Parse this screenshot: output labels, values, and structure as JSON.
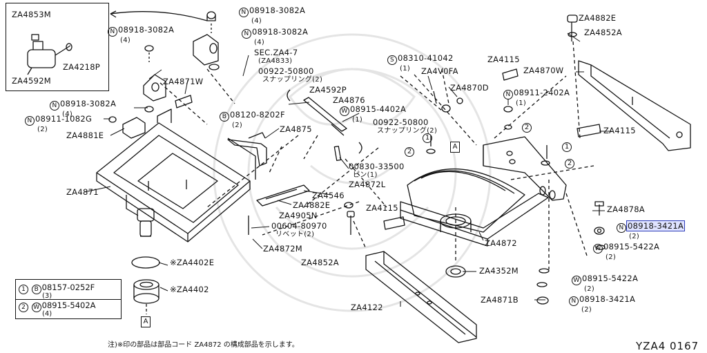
{
  "diagram": {
    "inset_labels": [
      "ZA4853M",
      "ZA4218P",
      "ZA4592M"
    ],
    "callouts": [
      {
        "id": "c1",
        "parts": [
          {
            "m": "N",
            "t": "08918-3082A"
          }
        ],
        "qty": "(4)"
      },
      {
        "id": "c2",
        "parts": [
          {
            "m": "N",
            "t": "08918-3082A"
          }
        ],
        "qty": "(4)"
      },
      {
        "id": "c3",
        "parts": [
          {
            "m": "N",
            "t": "08918-3082A"
          }
        ],
        "qty": "(4)"
      },
      {
        "id": "c4",
        "parts": [
          {
            "m": "",
            "t": "ZA4871W"
          }
        ],
        "qty": ""
      },
      {
        "id": "c5",
        "parts": [
          {
            "m": "N",
            "t": "08918-3082A"
          }
        ],
        "qty": "(4)"
      },
      {
        "id": "c6",
        "parts": [
          {
            "m": "N",
            "t": "08911-1082G"
          }
        ],
        "qty": "(2)"
      },
      {
        "id": "c7",
        "parts": [
          {
            "m": "",
            "t": "ZA4881E"
          }
        ],
        "qty": ""
      },
      {
        "id": "c8",
        "parts": [
          {
            "m": "",
            "t": "SEC.ZA4-7"
          }
        ],
        "qty": "(ZA4833)"
      },
      {
        "id": "c9",
        "parts": [
          {
            "m": "",
            "t": "00922-50800"
          }
        ],
        "qty": "スナップリング(2)"
      },
      {
        "id": "c10",
        "parts": [
          {
            "m": "",
            "t": "ZA4592P"
          }
        ],
        "qty": ""
      },
      {
        "id": "c11",
        "parts": [
          {
            "m": "",
            "t": "ZA4876"
          }
        ],
        "qty": ""
      },
      {
        "id": "c12",
        "parts": [
          {
            "m": "B",
            "t": "08120-8202F"
          }
        ],
        "qty": "(2)"
      },
      {
        "id": "c13",
        "parts": [
          {
            "m": "W",
            "t": "08915-4402A"
          }
        ],
        "qty": "(1)"
      },
      {
        "id": "c14",
        "parts": [
          {
            "m": "",
            "t": "00922-50800"
          }
        ],
        "qty": "スナップリング(2)"
      },
      {
        "id": "c15",
        "parts": [
          {
            "m": "",
            "t": "ZA4875"
          }
        ],
        "qty": ""
      },
      {
        "id": "c16",
        "parts": [
          {
            "m": "",
            "t": "00830-33500"
          }
        ],
        "qty": "ピン(1)"
      },
      {
        "id": "c17",
        "parts": [
          {
            "m": "",
            "t": "ZA4872L"
          }
        ],
        "qty": ""
      },
      {
        "id": "c18",
        "parts": [
          {
            "m": "",
            "t": "ZA4546"
          }
        ],
        "qty": ""
      },
      {
        "id": "c19",
        "parts": [
          {
            "m": "",
            "t": "ZA4882E"
          }
        ],
        "qty": ""
      },
      {
        "id": "c20",
        "parts": [
          {
            "m": "",
            "t": "ZA4905N"
          }
        ],
        "qty": ""
      },
      {
        "id": "c21",
        "parts": [
          {
            "m": "",
            "t": "00604-80970"
          }
        ],
        "qty": "リベット(2)"
      },
      {
        "id": "c22",
        "parts": [
          {
            "m": "",
            "t": "ZA4872M"
          }
        ],
        "qty": ""
      },
      {
        "id": "c23",
        "parts": [
          {
            "m": "",
            "t": "ZA4871"
          }
        ],
        "qty": ""
      },
      {
        "id": "c24",
        "parts": [
          {
            "m": "",
            "t": "※ZA4402E"
          }
        ],
        "qty": ""
      },
      {
        "id": "c25",
        "parts": [
          {
            "m": "",
            "t": "※ZA4402"
          }
        ],
        "qty": ""
      },
      {
        "id": "c26",
        "parts": [
          {
            "m": "S",
            "t": "08310-41042"
          }
        ],
        "qty": "(1)"
      },
      {
        "id": "c27",
        "parts": [
          {
            "m": "",
            "t": "ZA4V0FA"
          }
        ],
        "qty": ""
      },
      {
        "id": "c28",
        "parts": [
          {
            "m": "",
            "t": "ZA4115"
          }
        ],
        "qty": ""
      },
      {
        "id": "c29",
        "parts": [
          {
            "m": "",
            "t": "ZA4870D"
          }
        ],
        "qty": ""
      },
      {
        "id": "c30",
        "parts": [
          {
            "m": "",
            "t": "ZA4870W"
          }
        ],
        "qty": ""
      },
      {
        "id": "c31",
        "parts": [
          {
            "m": "",
            "t": "ZA4882E"
          }
        ],
        "qty": ""
      },
      {
        "id": "c32",
        "parts": [
          {
            "m": "",
            "t": "ZA4852A"
          }
        ],
        "qty": ""
      },
      {
        "id": "c33",
        "parts": [
          {
            "m": "N",
            "t": "08911-2402A"
          }
        ],
        "qty": "(1)"
      },
      {
        "id": "c34",
        "parts": [
          {
            "m": "",
            "t": "ZA4115"
          }
        ],
        "qty": ""
      },
      {
        "id": "c35",
        "parts": [
          {
            "m": "",
            "t": "ZA4115"
          }
        ],
        "qty": ""
      },
      {
        "id": "c36",
        "parts": [
          {
            "m": "",
            "t": "ZA4852A"
          }
        ],
        "qty": ""
      },
      {
        "id": "c37",
        "parts": [
          {
            "m": "",
            "t": "ZA4872"
          }
        ],
        "qty": ""
      },
      {
        "id": "c38",
        "parts": [
          {
            "m": "",
            "t": "ZA4352M"
          }
        ],
        "qty": ""
      },
      {
        "id": "c39",
        "parts": [
          {
            "m": "",
            "t": "ZA4122"
          }
        ],
        "qty": ""
      },
      {
        "id": "c40",
        "parts": [
          {
            "m": "",
            "t": "ZA4878A"
          }
        ],
        "qty": ""
      },
      {
        "id": "c41",
        "parts": [
          {
            "m": "N",
            "t": "08918-3421A"
          }
        ],
        "qty": "(2)"
      },
      {
        "id": "c42",
        "parts": [
          {
            "m": "W",
            "t": "08915-5422A"
          }
        ],
        "qty": "(2)"
      },
      {
        "id": "c43",
        "parts": [
          {
            "m": "W",
            "t": "08915-5422A"
          }
        ],
        "qty": "(2)"
      },
      {
        "id": "c44",
        "parts": [
          {
            "m": "",
            "t": "ZA4871B"
          }
        ],
        "qty": ""
      },
      {
        "id": "c45",
        "parts": [
          {
            "m": "N",
            "t": "08918-3421A"
          }
        ],
        "qty": "(2)"
      }
    ],
    "ref_marker": "A",
    "legend": [
      {
        "num": "1",
        "mark": "B",
        "part": "08157-0252F",
        "qty": "(3)"
      },
      {
        "num": "2",
        "mark": "W",
        "part": "08915-5402A",
        "qty": "(4)"
      }
    ],
    "footnote": "注)※印の部品は部品コード ZA4872 の構成部品を示します。",
    "figure_code": "YZA4  0167"
  }
}
